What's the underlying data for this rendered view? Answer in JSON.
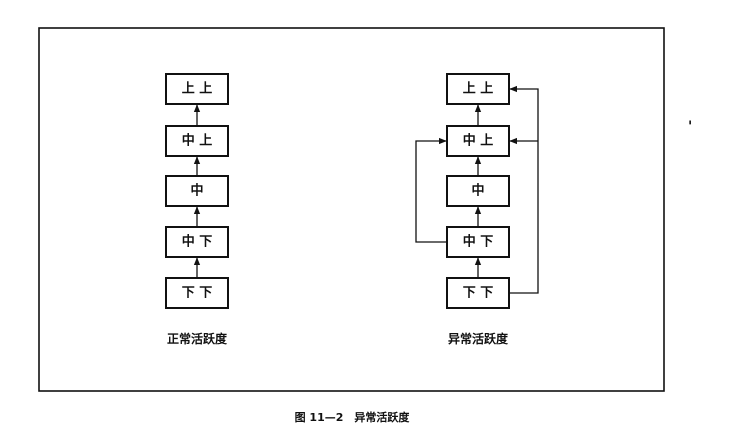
{
  "normal": {
    "caption": "正常活跃度",
    "nodes": [
      "上 上",
      "中 上",
      "中",
      "中 下",
      "下 下"
    ]
  },
  "abnormal": {
    "caption": "异常活跃度",
    "nodes": [
      "上 上",
      "中 上",
      "中",
      "中 下",
      "下 下"
    ]
  },
  "figure_title": "图 11—2　异常活跃度",
  "stray_mark": "'"
}
